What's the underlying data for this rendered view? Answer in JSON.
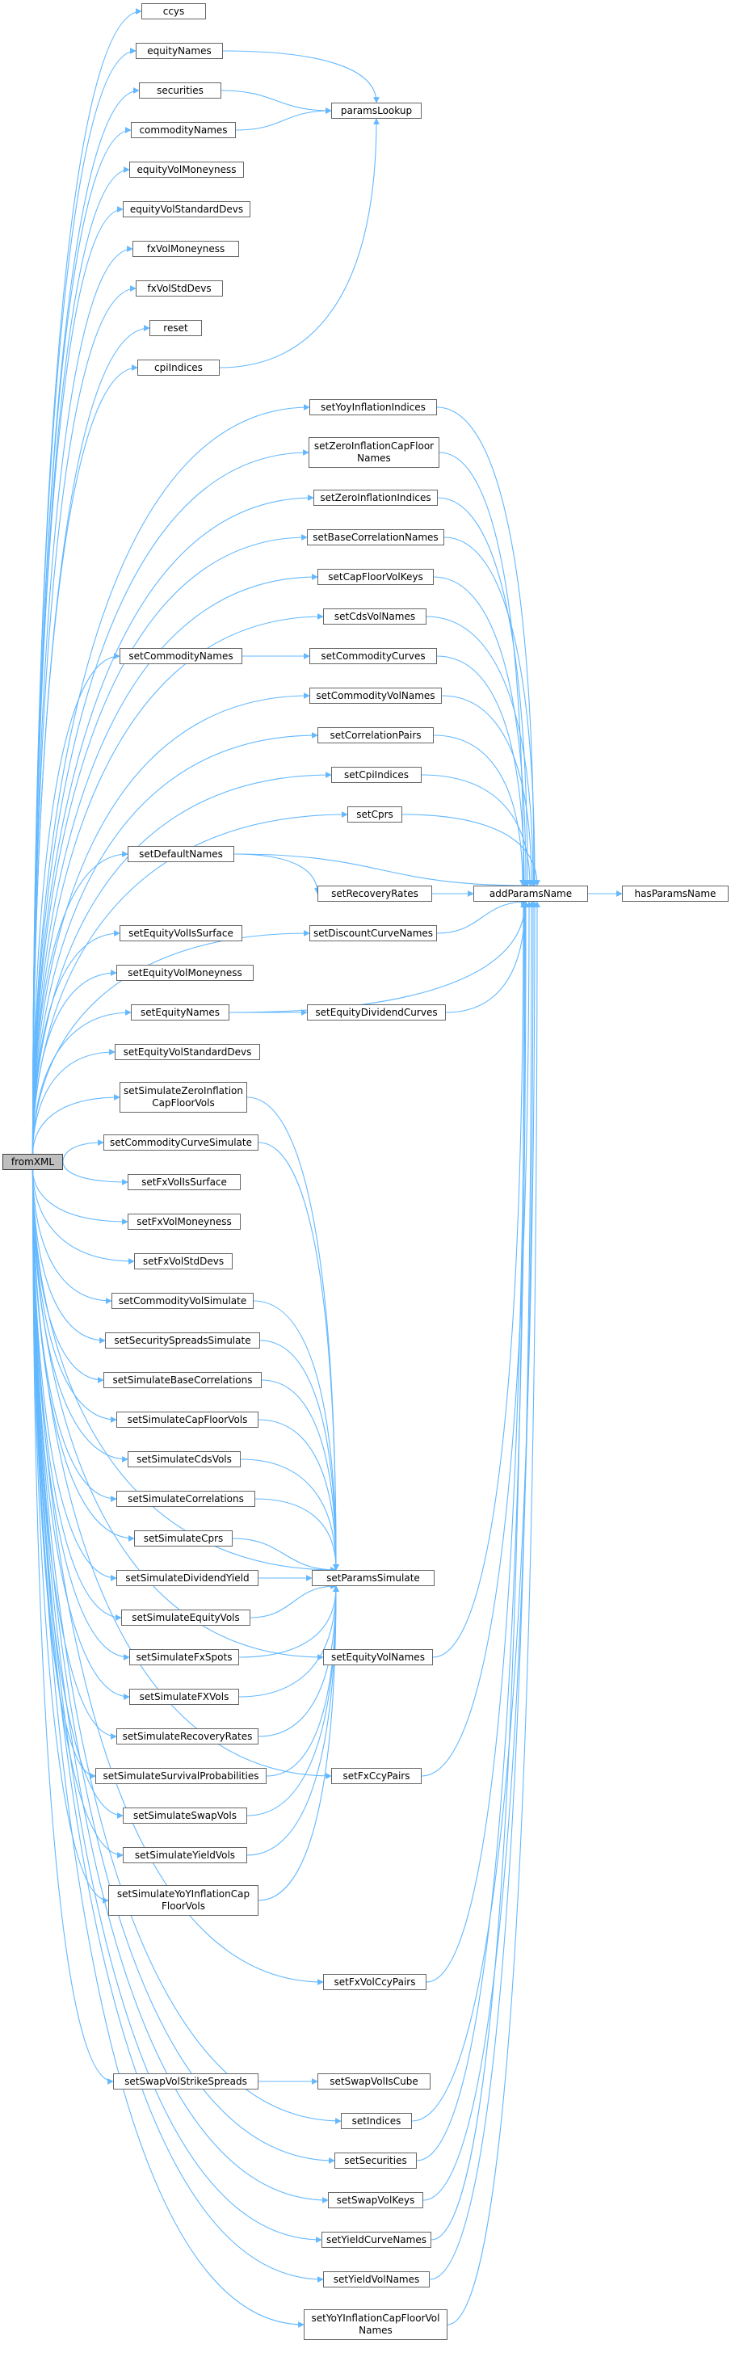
{
  "diagram": {
    "type": "call-graph",
    "edge_color": "#63b8ff",
    "root": "fromXML",
    "nodes": {
      "fromXML": "fromXML",
      "ccys": "ccys",
      "equityNames": "equityNames",
      "securities": "securities",
      "commodityNames": "commodityNames",
      "equityVolMoneyness": "equityVolMoneyness",
      "equityVolStandardDevs": "equityVolStandardDevs",
      "fxVolMoneyness": "fxVolMoneyness",
      "fxVolStdDevs": "fxVolStdDevs",
      "reset": "reset",
      "cpiIndices": "cpiIndices",
      "paramsLookup": "paramsLookup",
      "setYoyInflationIndices": "setYoyInflationIndices",
      "setZeroInflationCapFloorNames": "setZeroInflationCapFloor\nNames",
      "setZeroInflationIndices": "setZeroInflationIndices",
      "setBaseCorrelationNames": "setBaseCorrelationNames",
      "setCapFloorVolKeys": "setCapFloorVolKeys",
      "setCdsVolNames": "setCdsVolNames",
      "setCommodityNames": "setCommodityNames",
      "setCommodityCurves": "setCommodityCurves",
      "setCommodityVolNames": "setCommodityVolNames",
      "setCorrelationPairs": "setCorrelationPairs",
      "setCpiIndices": "setCpiIndices",
      "setCprs": "setCprs",
      "setDefaultNames": "setDefaultNames",
      "setRecoveryRates": "setRecoveryRates",
      "setDiscountCurveNames": "setDiscountCurveNames",
      "addParamsName": "addParamsName",
      "hasParamsName": "hasParamsName",
      "setEquityVolIsSurface": "setEquityVolIsSurface",
      "setEquityVolMoneyness": "setEquityVolMoneyness",
      "setEquityNames": "setEquityNames",
      "setEquityDividendCurves": "setEquityDividendCurves",
      "setEquityVolStandardDevs": "setEquityVolStandardDevs",
      "setSimulateZeroInflationCapFloorVols": "setSimulateZeroInflation\nCapFloorVols",
      "setCommodityCurveSimulate": "setCommodityCurveSimulate",
      "setFxVolIsSurface": "setFxVolIsSurface",
      "setFxVolMoneyness": "setFxVolMoneyness",
      "setFxVolStdDevs": "setFxVolStdDevs",
      "setCommodityVolSimulate": "setCommodityVolSimulate",
      "setSecuritySpreadsSimulate": "setSecuritySpreadsSimulate",
      "setSimulateBaseCorrelations": "setSimulateBaseCorrelations",
      "setSimulateCapFloorVols": "setSimulateCapFloorVols",
      "setSimulateCdsVols": "setSimulateCdsVols",
      "setSimulateCorrelations": "setSimulateCorrelations",
      "setSimulateCprs": "setSimulateCprs",
      "setSimulateDividendYield": "setSimulateDividendYield",
      "setSimulateEquityVols": "setSimulateEquityVols",
      "setSimulateFxSpots": "setSimulateFxSpots",
      "setSimulateFXVols": "setSimulateFXVols",
      "setSimulateRecoveryRates": "setSimulateRecoveryRates",
      "setSimulateSurvivalProbabilities": "setSimulateSurvivalProbabilities",
      "setSimulateSwapVols": "setSimulateSwapVols",
      "setSimulateYieldVols": "setSimulateYieldVols",
      "setSimulateYoYInflationCapFloorVols": "setSimulateYoYInflationCap\nFloorVols",
      "setParamsSimulate": "setParamsSimulate",
      "setEquityVolNames": "setEquityVolNames",
      "setFxCcyPairs": "setFxCcyPairs",
      "setFxVolCcyPairs": "setFxVolCcyPairs",
      "setSwapVolStrikeSpreads": "setSwapVolStrikeSpreads",
      "setSwapVolIsCube": "setSwapVolIsCube",
      "setIndices": "setIndices",
      "setSecurities": "setSecurities",
      "setSwapVolKeys": "setSwapVolKeys",
      "setYieldCurveNames": "setYieldCurveNames",
      "setYieldVolNames": "setYieldVolNames",
      "setYoYInflationCapFloorVolNames": "setYoYInflationCapFloorVol\nNames"
    },
    "edges": [
      [
        "equityNames",
        "paramsLookup"
      ],
      [
        "securities",
        "paramsLookup"
      ],
      [
        "commodityNames",
        "paramsLookup"
      ],
      [
        "cpiIndices",
        "paramsLookup"
      ],
      [
        "setYoyInflationIndices",
        "addParamsName"
      ],
      [
        "setZeroInflationCapFloorNames",
        "addParamsName"
      ],
      [
        "setZeroInflationIndices",
        "addParamsName"
      ],
      [
        "setBaseCorrelationNames",
        "addParamsName"
      ],
      [
        "setCapFloorVolKeys",
        "addParamsName"
      ],
      [
        "setCdsVolNames",
        "addParamsName"
      ],
      [
        "setCommodityNames",
        "setCommodityCurves"
      ],
      [
        "setCommodityCurves",
        "addParamsName"
      ],
      [
        "setCommodityVolNames",
        "addParamsName"
      ],
      [
        "setCorrelationPairs",
        "addParamsName"
      ],
      [
        "setCpiIndices",
        "addParamsName"
      ],
      [
        "setCprs",
        "addParamsName"
      ],
      [
        "setDefaultNames",
        "addParamsName"
      ],
      [
        "setDefaultNames",
        "setRecoveryRates"
      ],
      [
        "setRecoveryRates",
        "addParamsName"
      ],
      [
        "setDiscountCurveNames",
        "addParamsName"
      ],
      [
        "addParamsName",
        "hasParamsName"
      ],
      [
        "setEquityNames",
        "addParamsName"
      ],
      [
        "setEquityNames",
        "setEquityDividendCurves"
      ],
      [
        "setEquityDividendCurves",
        "addParamsName"
      ],
      [
        "setSimulateZeroInflationCapFloorVols",
        "setParamsSimulate"
      ],
      [
        "setCommodityCurveSimulate",
        "setParamsSimulate"
      ],
      [
        "setCommodityVolSimulate",
        "setParamsSimulate"
      ],
      [
        "setSecuritySpreadsSimulate",
        "setParamsSimulate"
      ],
      [
        "setSimulateBaseCorrelations",
        "setParamsSimulate"
      ],
      [
        "setSimulateCapFloorVols",
        "setParamsSimulate"
      ],
      [
        "setSimulateCdsVols",
        "setParamsSimulate"
      ],
      [
        "setSimulateCorrelations",
        "setParamsSimulate"
      ],
      [
        "setSimulateCprs",
        "setParamsSimulate"
      ],
      [
        "setSimulateDividendYield",
        "setParamsSimulate"
      ],
      [
        "setSimulateEquityVols",
        "setParamsSimulate"
      ],
      [
        "setSimulateFxSpots",
        "setParamsSimulate"
      ],
      [
        "setSimulateFXVols",
        "setParamsSimulate"
      ],
      [
        "setSimulateRecoveryRates",
        "setParamsSimulate"
      ],
      [
        "setSimulateSurvivalProbabilities",
        "setParamsSimulate"
      ],
      [
        "setSimulateSwapVols",
        "setParamsSimulate"
      ],
      [
        "setSimulateYieldVols",
        "setParamsSimulate"
      ],
      [
        "setSimulateYoYInflationCapFloorVols",
        "setParamsSimulate"
      ],
      [
        "setEquityVolNames",
        "addParamsName"
      ],
      [
        "setFxCcyPairs",
        "addParamsName"
      ],
      [
        "setFxVolCcyPairs",
        "addParamsName"
      ],
      [
        "setSwapVolStrikeSpreads",
        "setSwapVolIsCube"
      ],
      [
        "setIndices",
        "addParamsName"
      ],
      [
        "setSecurities",
        "addParamsName"
      ],
      [
        "setSwapVolKeys",
        "addParamsName"
      ],
      [
        "setYieldCurveNames",
        "addParamsName"
      ],
      [
        "setYieldVolNames",
        "addParamsName"
      ],
      [
        "setYoYInflationCapFloorVolNames",
        "addParamsName"
      ],
      [
        "fromXML",
        "ccys"
      ],
      [
        "fromXML",
        "equityNames"
      ],
      [
        "fromXML",
        "securities"
      ],
      [
        "fromXML",
        "commodityNames"
      ],
      [
        "fromXML",
        "equityVolMoneyness"
      ],
      [
        "fromXML",
        "equityVolStandardDevs"
      ],
      [
        "fromXML",
        "fxVolMoneyness"
      ],
      [
        "fromXML",
        "fxVolStdDevs"
      ],
      [
        "fromXML",
        "reset"
      ],
      [
        "fromXML",
        "cpiIndices"
      ],
      [
        "fromXML",
        "setYoyInflationIndices"
      ],
      [
        "fromXML",
        "setZeroInflationCapFloorNames"
      ],
      [
        "fromXML",
        "setZeroInflationIndices"
      ],
      [
        "fromXML",
        "setBaseCorrelationNames"
      ],
      [
        "fromXML",
        "setCapFloorVolKeys"
      ],
      [
        "fromXML",
        "setCdsVolNames"
      ],
      [
        "fromXML",
        "setCommodityNames"
      ],
      [
        "fromXML",
        "setCommodityVolNames"
      ],
      [
        "fromXML",
        "setCorrelationPairs"
      ],
      [
        "fromXML",
        "setCpiIndices"
      ],
      [
        "fromXML",
        "setCprs"
      ],
      [
        "fromXML",
        "setDefaultNames"
      ],
      [
        "fromXML",
        "setDiscountCurveNames"
      ],
      [
        "fromXML",
        "setEquityVolIsSurface"
      ],
      [
        "fromXML",
        "setEquityVolMoneyness"
      ],
      [
        "fromXML",
        "setEquityNames"
      ],
      [
        "fromXML",
        "setEquityVolStandardDevs"
      ],
      [
        "fromXML",
        "setSimulateZeroInflationCapFloorVols"
      ],
      [
        "fromXML",
        "setCommodityCurveSimulate"
      ],
      [
        "fromXML",
        "setFxVolIsSurface"
      ],
      [
        "fromXML",
        "setFxVolMoneyness"
      ],
      [
        "fromXML",
        "setFxVolStdDevs"
      ],
      [
        "fromXML",
        "setCommodityVolSimulate"
      ],
      [
        "fromXML",
        "setSecuritySpreadsSimulate"
      ],
      [
        "fromXML",
        "setSimulateBaseCorrelations"
      ],
      [
        "fromXML",
        "setSimulateCapFloorVols"
      ],
      [
        "fromXML",
        "setSimulateCdsVols"
      ],
      [
        "fromXML",
        "setSimulateCorrelations"
      ],
      [
        "fromXML",
        "setSimulateCprs"
      ],
      [
        "fromXML",
        "setSimulateDividendYield"
      ],
      [
        "fromXML",
        "setSimulateEquityVols"
      ],
      [
        "fromXML",
        "setSimulateFxSpots"
      ],
      [
        "fromXML",
        "setSimulateFXVols"
      ],
      [
        "fromXML",
        "setSimulateRecoveryRates"
      ],
      [
        "fromXML",
        "setSimulateSurvivalProbabilities"
      ],
      [
        "fromXML",
        "setSimulateSwapVols"
      ],
      [
        "fromXML",
        "setSimulateYieldVols"
      ],
      [
        "fromXML",
        "setSimulateYoYInflationCapFloorVols"
      ],
      [
        "fromXML",
        "setParamsSimulate"
      ],
      [
        "fromXML",
        "setEquityVolNames"
      ],
      [
        "fromXML",
        "setFxCcyPairs"
      ],
      [
        "fromXML",
        "setFxVolCcyPairs"
      ],
      [
        "fromXML",
        "setSwapVolStrikeSpreads"
      ],
      [
        "fromXML",
        "setIndices"
      ],
      [
        "fromXML",
        "setSecurities"
      ],
      [
        "fromXML",
        "setSwapVolKeys"
      ],
      [
        "fromXML",
        "setYieldCurveNames"
      ],
      [
        "fromXML",
        "setYieldVolNames"
      ],
      [
        "fromXML",
        "setYoYInflationCapFloorVolNames"
      ]
    ]
  }
}
